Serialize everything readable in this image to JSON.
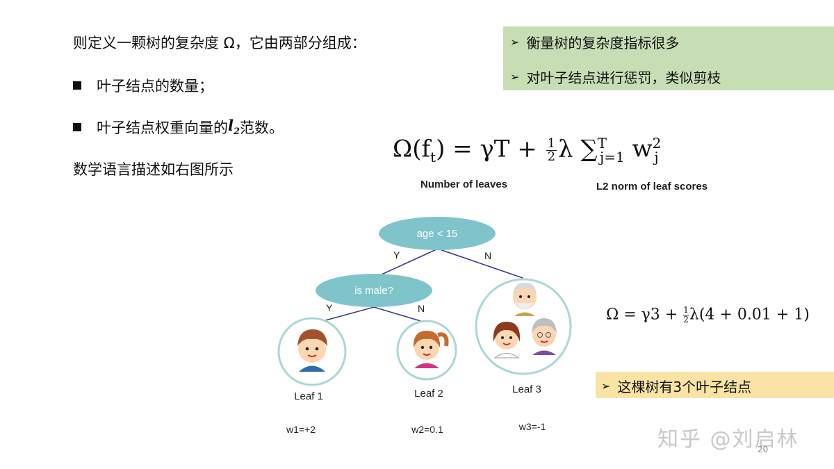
{
  "intro": "则定义一颗树的复杂度 Ω，它由两部分组成：",
  "bullets": [
    "叶子结点的数量；",
    "叶子结点权重向量的",
    "范数。"
  ],
  "l2_label": "l",
  "l2_sub": "2",
  "description": "数学语言描述如右图所示",
  "green_notes": [
    "衡量树的复杂度指标很多",
    "对叶子结点进行惩罚，类似剪枝"
  ],
  "formula_main": {
    "lhs": "Ω(f",
    "lhs_sub": "t",
    "middle": ") = γT + ",
    "frac_num": "1",
    "frac_den": "2",
    "after_frac": "λ ∑",
    "sum_sub": "j=1",
    "sum_sup": "T",
    "term": " w",
    "term_sub": "j",
    "term_sup": "2"
  },
  "caption_leaves": "Number of leaves",
  "caption_l2": "L2 norm of leaf scores",
  "tree": {
    "root": "age < 15",
    "node2": "is male?",
    "edge_labels": [
      "Y",
      "N",
      "Y",
      "N"
    ],
    "leaves": [
      "Leaf 1",
      "Leaf 2",
      "Leaf 3"
    ],
    "weights": [
      "w1=+2",
      "w2=0.1",
      "w3=-1"
    ]
  },
  "formula_example": {
    "lhs": "Ω = γ3 + ",
    "frac_num": "1",
    "frac_den": "2",
    "rhs": "λ(4 + 0.01 + 1)"
  },
  "yellow_note": "这棵树有3个叶子结点",
  "watermark": "知乎 @刘启林",
  "page_number": "20",
  "colors": {
    "green_box": "#c7deb5",
    "yellow_box": "#fbe3a6",
    "tree_node": "#7fc4cb",
    "tree_edge": "#3b3a8c",
    "leaf_circle": "#a9d7d6"
  }
}
